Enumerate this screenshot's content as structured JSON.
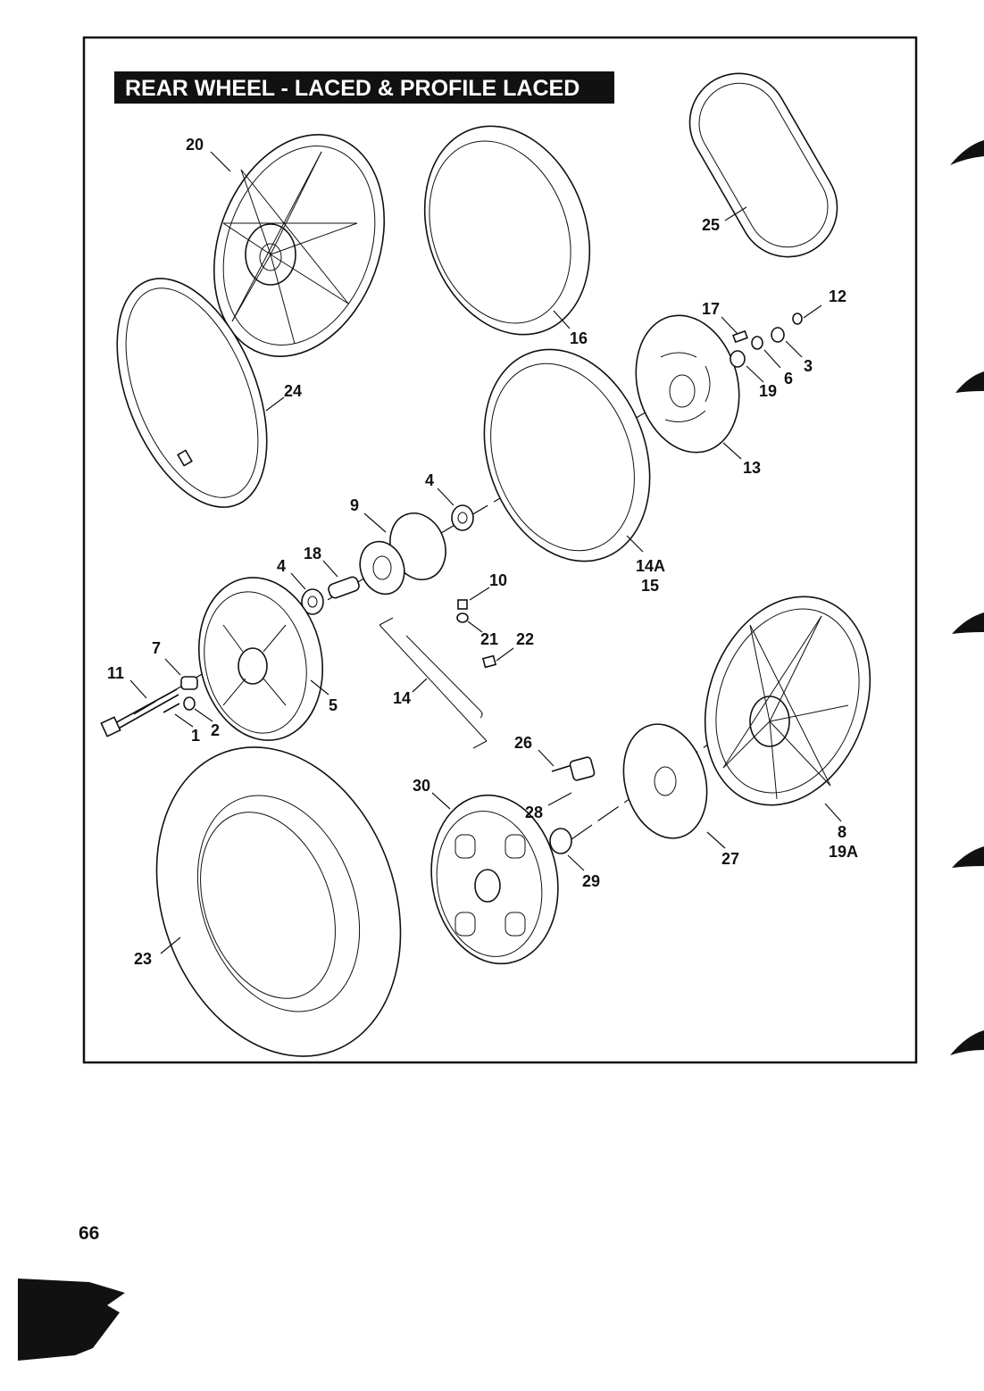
{
  "title": "REAR WHEEL - LACED & PROFILE LACED",
  "page_number": "66",
  "callouts": {
    "c20": "20",
    "c16": "16",
    "c25": "25",
    "c24": "24",
    "c17": "17",
    "c12": "12",
    "c19": "19",
    "c6": "6",
    "c3": "3",
    "c13": "13",
    "c4a": "4",
    "c9": "9",
    "c14a": "14A",
    "c15": "15",
    "c4b": "4",
    "c18": "18",
    "c10": "10",
    "c21": "21",
    "c22": "22",
    "c7": "7",
    "c11": "11",
    "c2": "2",
    "c1": "1",
    "c5": "5",
    "c14": "14",
    "c26": "26",
    "c30": "30",
    "c28": "28",
    "c27": "27",
    "c8": "8",
    "c19a": "19A",
    "c29": "29",
    "c23": "23"
  }
}
